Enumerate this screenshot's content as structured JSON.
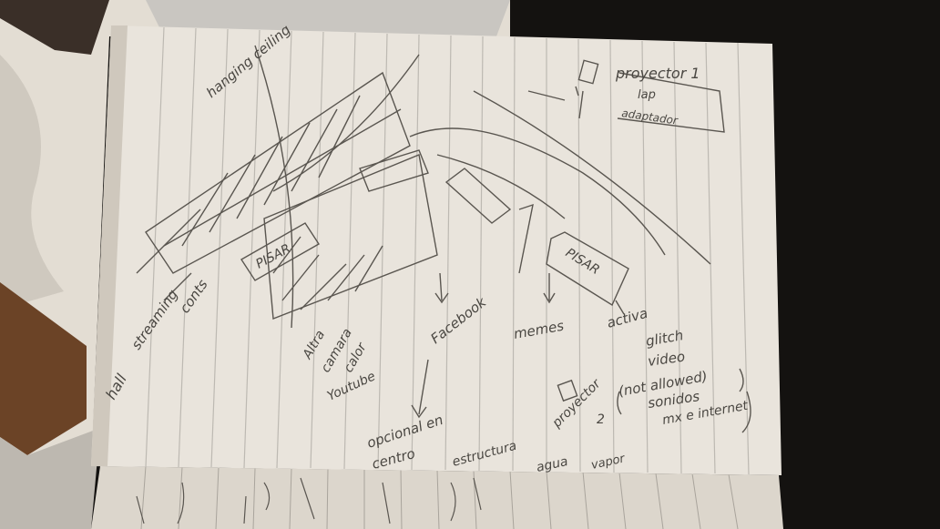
{
  "photo": {
    "colors": {
      "paper": "#e9e4dc",
      "paper_shadow": "#cfc8bd",
      "pencil": "#5a5650",
      "rule_line": "#b9b5ae",
      "background_dark": "#141210",
      "blanket": "#e3ddd3",
      "wood": "#6b4326"
    },
    "labels": {
      "hanging_ceiling": "hanging ceiling",
      "projector1": "proyector 1",
      "lap": "lap",
      "adaptador": "adaptador",
      "pisar_left": "PISAR",
      "pisar_right": "PISAR",
      "streaming": "streaming",
      "conts": "conts",
      "hall": "hall",
      "altra": "Altra",
      "camara": "camara",
      "calor": "calor",
      "youtube": "Youtube",
      "facebook": "Facebook",
      "memes": "memes",
      "activa": "activa",
      "glitch": "glitch",
      "video": "video",
      "not_allowed": "(not allowed)",
      "sonidos": "sonidos",
      "mx_internet": "mx e internet",
      "projector2": "proyector",
      "projector2_num": "2",
      "opcional_en": "opcional en",
      "centro": "centro",
      "estructura": "estructura",
      "agua": "agua",
      "vapor": "vapor"
    }
  }
}
